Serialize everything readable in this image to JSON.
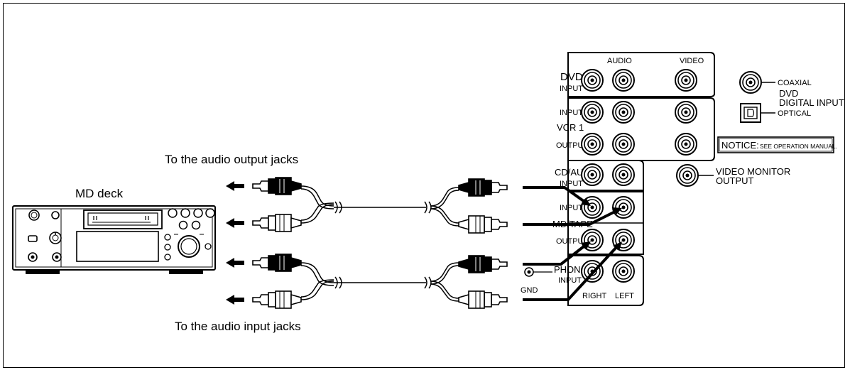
{
  "captions": {
    "output_jacks": "To the audio output jacks",
    "input_jacks": "To the audio input jacks",
    "md_deck": "MD deck"
  },
  "receiver_panel": {
    "audio_header": "AUDIO",
    "video_header": "VIDEO",
    "dvd": "DVD",
    "input": "INPUT",
    "output": "OUTPUT",
    "vcr1": "VCR 1",
    "cd_aux": "CD/AUX",
    "md_tape": "MD/TAPE",
    "phono": "PHONO",
    "gnd": "GND",
    "right": "RIGHT",
    "left": "LEFT",
    "coaxial": "COAXIAL",
    "dvd_digital": "DVD",
    "digital_input": "DIGITAL INPUT",
    "optical": "OPTICAL",
    "notice": "NOTICE:",
    "notice_detail": "SEE OPERATION MANUAL.",
    "video_monitor": "VIDEO MONITOR",
    "video_monitor_output": "OUTPUT"
  },
  "colors": {
    "line": "#000000",
    "background": "#ffffff"
  }
}
